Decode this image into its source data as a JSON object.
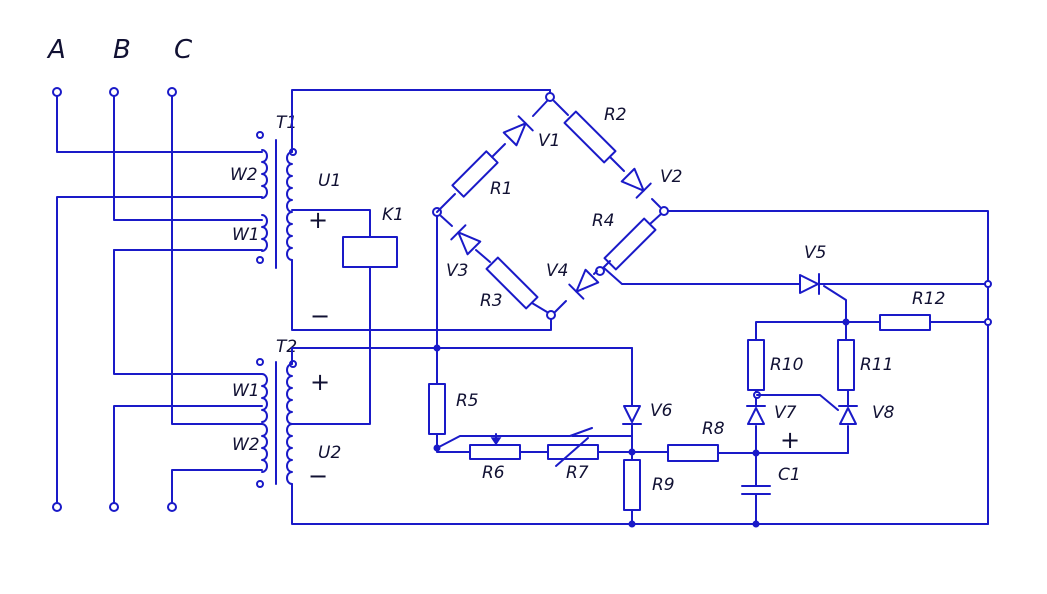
{
  "colors": {
    "wire": "#1a1ac8",
    "text": "#111133",
    "background": "#ffffff"
  },
  "phases": [
    "A",
    "B",
    "C"
  ],
  "transformers": {
    "t1": {
      "name": "T1",
      "voltage": "U1",
      "windings": [
        "W2",
        "W1"
      ]
    },
    "t2": {
      "name": "T2",
      "voltage": "U2",
      "windings": [
        "W1",
        "W2"
      ]
    }
  },
  "relay": "K1",
  "bridge": {
    "resistors": [
      "R1",
      "R2",
      "R3",
      "R4"
    ],
    "diodes": [
      "V1",
      "V2",
      "V3",
      "V4"
    ]
  },
  "control": {
    "resistors": [
      "R5",
      "R6",
      "R7",
      "R8",
      "R9",
      "R10",
      "R11",
      "R12"
    ],
    "diodes": [
      "V5",
      "V6",
      "V7",
      "V8"
    ],
    "capacitor": "C1"
  },
  "signs": {
    "plus": "+",
    "minus": "−"
  }
}
